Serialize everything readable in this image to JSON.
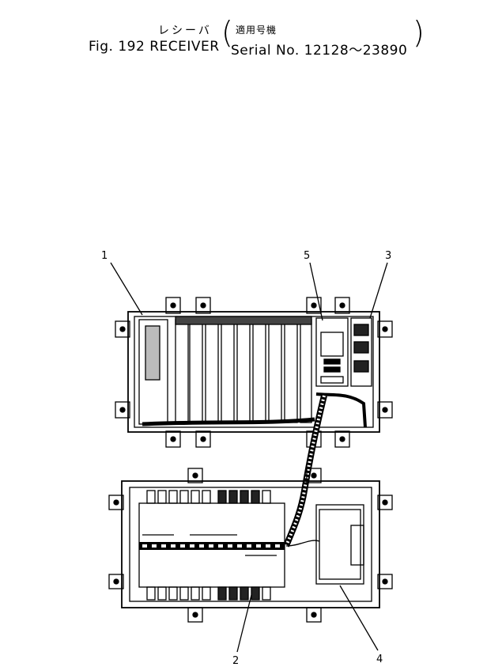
{
  "header": {
    "japanese_name": "レシーバ",
    "applicable_models_jp": "適用号機",
    "figure_label": "Fig. 192 RECEIVER",
    "serial_range": "Serial No. 12128～23890"
  },
  "callouts": [
    {
      "id": "1"
    },
    {
      "id": "5"
    },
    {
      "id": "3"
    },
    {
      "id": "2"
    },
    {
      "id": "4"
    }
  ]
}
